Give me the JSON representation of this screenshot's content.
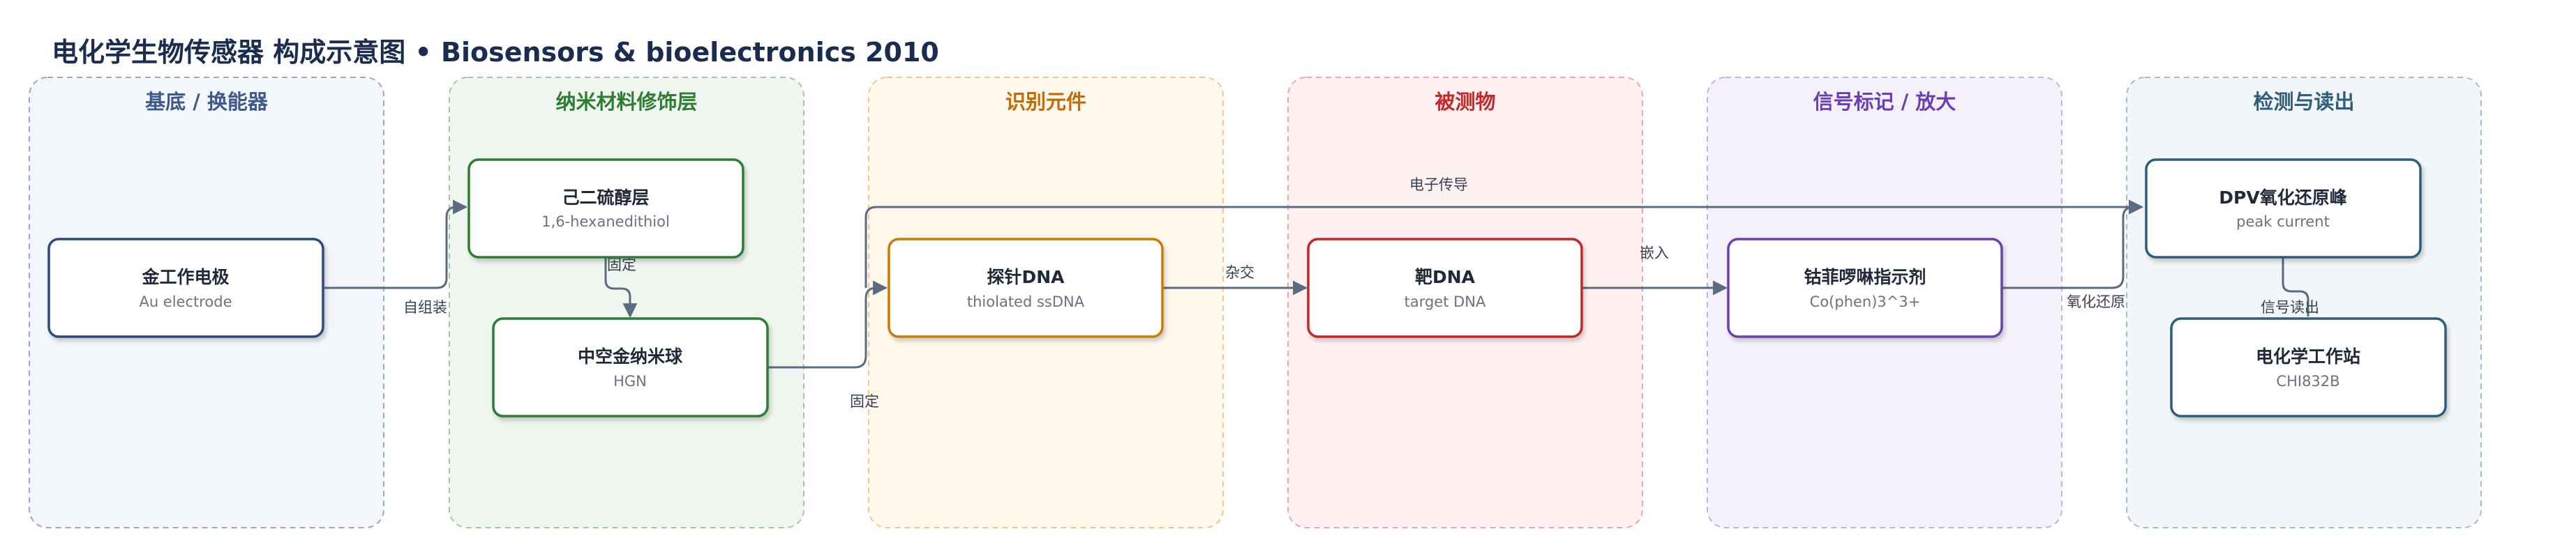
{
  "title": "电化学生物传感器 构成示意图 • Biosensors & bioelectronics 2010",
  "lanes": [
    {
      "id": "substrate",
      "title": "基底 / 换能器",
      "fill": "#f3f6fa",
      "stroke": "#9aa8bf",
      "color": "#3d5a8a"
    },
    {
      "id": "nano",
      "title": "纳米材料修饰层",
      "fill": "#eef6ef",
      "stroke": "#9ccaa3",
      "color": "#2e7d32"
    },
    {
      "id": "recognition",
      "title": "识别元件",
      "fill": "#fff8ec",
      "stroke": "#f2c78a",
      "color": "#c46a00"
    },
    {
      "id": "analyte",
      "title": "被测物",
      "fill": "#fff1f1",
      "stroke": "#f1a5a5",
      "color": "#c62828"
    },
    {
      "id": "signal",
      "title": "信号标记 / 放大",
      "fill": "#f5f1fb",
      "stroke": "#c3b1e3",
      "color": "#6a3fb5"
    },
    {
      "id": "readout",
      "title": "检测与读出",
      "fill": "#f2f6f8",
      "stroke": "#a6bccb",
      "color": "#2f5d7c"
    }
  ],
  "nodes": [
    {
      "id": "au",
      "title": "金工作电极",
      "sub": "Au electrode",
      "stroke": "#2d4a7c"
    },
    {
      "id": "hdt",
      "title": "己二硫醇层",
      "sub": "1,6-hexanedithiol",
      "stroke": "#2e7d32"
    },
    {
      "id": "hgn",
      "title": "中空金纳米球",
      "sub": "HGN",
      "stroke": "#2e7d32"
    },
    {
      "id": "probe",
      "title": "探针DNA",
      "sub": "thiolated ssDNA",
      "stroke": "#cc7a00"
    },
    {
      "id": "target",
      "title": "靶DNA",
      "sub": "target DNA",
      "stroke": "#c62828"
    },
    {
      "id": "co",
      "title": "钴菲啰啉指示剂",
      "sub": "Co(phen)3^3+",
      "stroke": "#6a3fb5"
    },
    {
      "id": "dpv",
      "title": "DPV氧化还原峰",
      "sub": "peak current",
      "stroke": "#2f5d7c"
    },
    {
      "id": "chi",
      "title": "电化学工作站",
      "sub": "CHI832B",
      "stroke": "#2f5d7c"
    }
  ],
  "edges": [
    {
      "id": "e1",
      "label": "自组装"
    },
    {
      "id": "e2",
      "label": "固定"
    },
    {
      "id": "e3",
      "label": "固定"
    },
    {
      "id": "e4",
      "label": "电子传导"
    },
    {
      "id": "e5",
      "label": "杂交"
    },
    {
      "id": "e6",
      "label": "嵌入"
    },
    {
      "id": "e7",
      "label": "氧化还原"
    },
    {
      "id": "e8",
      "label": "信号读出"
    }
  ]
}
